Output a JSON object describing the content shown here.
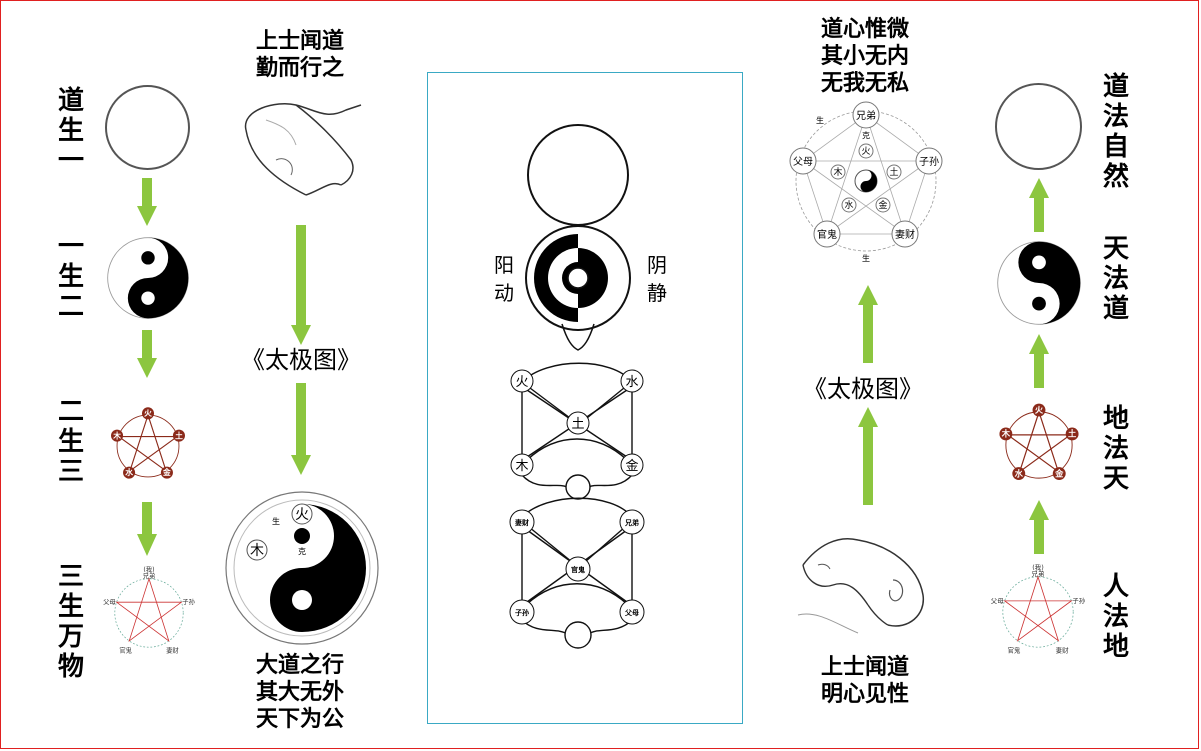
{
  "left_column": {
    "steps": [
      "道生一",
      "一生二",
      "二生三",
      "三生万物"
    ]
  },
  "left_middle": {
    "top_text": [
      "上士闻道",
      "勤而行之"
    ],
    "book_title": "《太极图》",
    "bottom_text": [
      "大道之行",
      "其大无外",
      "天下为公"
    ],
    "yinyang_labels": {
      "fire": "火",
      "wood": "木",
      "ke": "克",
      "sheng": "生"
    }
  },
  "center_diagram": {
    "yang_label": "阳动",
    "yin_label": "阴静",
    "elements": {
      "fire": "火",
      "water": "水",
      "earth": "土",
      "wood": "木",
      "metal": "金"
    },
    "relations": {
      "wife_wealth": "妻财",
      "brothers": "兄弟",
      "officer_ghost": "官鬼",
      "children": "子孙",
      "parents": "父母"
    }
  },
  "right_middle": {
    "top_text": [
      "道心惟微",
      "其小无内",
      "无我无私"
    ],
    "book_title": "《太极图》",
    "bottom_text": [
      "上士闻道",
      "明心见性"
    ],
    "pentagram": {
      "nodes": [
        "兄弟",
        "子孙",
        "妻财",
        "官鬼",
        "父母"
      ],
      "inner": [
        "火",
        "土",
        "金",
        "水",
        "木"
      ],
      "edge_labels": {
        "sheng": "生",
        "ke": "克"
      }
    }
  },
  "right_column": {
    "steps": [
      "道法自然",
      "天法道",
      "地法天",
      "人法地"
    ]
  },
  "wuxing_small": {
    "fire": "火",
    "earth": "土",
    "metal": "金",
    "water": "水",
    "wood": "木"
  },
  "liuqin_small": {
    "self": "(我)",
    "brothers": "兄弟",
    "children": "子孙",
    "wealth": "妻财",
    "officer": "官鬼",
    "parents": "父母"
  },
  "colors": {
    "arrow": "#8cc63f",
    "frame": "#e02020",
    "panel_border": "#3aa9c4",
    "wuxing_red": "#8b2a1a"
  }
}
